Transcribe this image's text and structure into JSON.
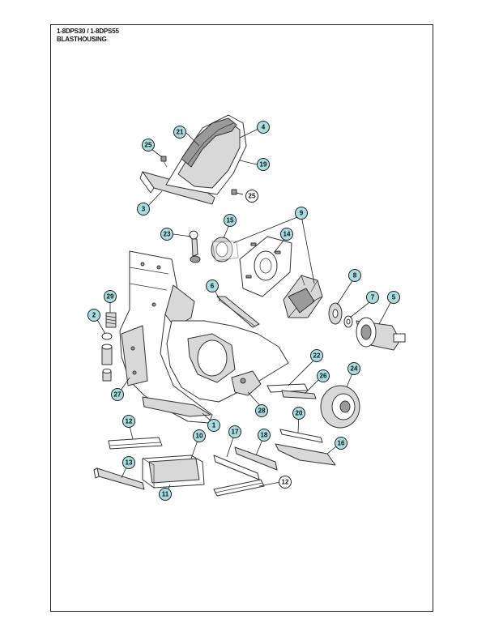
{
  "header": {
    "model": "1-8DPS30 / 1-8DPS55",
    "section": "BLASTHOUSING"
  },
  "callouts": {
    "c1": "1",
    "c2": "2",
    "c3": "3",
    "c4": "4",
    "c5": "5",
    "c6": "6",
    "c7": "7",
    "c8": "8",
    "c9": "9",
    "c10": "10",
    "c11": "11",
    "c12a": "12",
    "c12b": "12",
    "c13": "13",
    "c14": "14",
    "c15": "15",
    "c16": "16",
    "c17": "17",
    "c18": "18",
    "c19": "19",
    "c20": "20",
    "c21": "21",
    "c22": "22",
    "c23": "23",
    "c24": "24",
    "c25a": "25",
    "c25b": "25",
    "c26": "26",
    "c27": "27",
    "c28": "28",
    "c29": "29"
  }
}
